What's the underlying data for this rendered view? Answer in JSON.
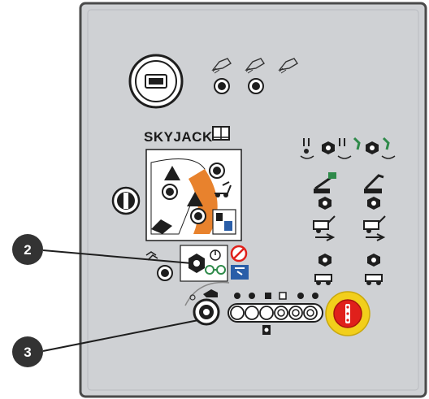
{
  "brand": {
    "name": "SKYJACK"
  },
  "callouts": [
    {
      "number": "2",
      "target": "toggle-switch"
    },
    {
      "number": "3",
      "target": "key-switch"
    }
  ],
  "icons": {
    "top_indicators": [
      "lamp-on-icon",
      "lamp-on-icon",
      "lamp-on-icon"
    ],
    "function_pictograms": [
      "drive-icon",
      "steer-icon",
      "lift-icon",
      "boom-icon",
      "jib-icon"
    ]
  },
  "colors": {
    "panel_bg": "#cfd1d4",
    "panel_border": "#4a4a4a",
    "callout_fill": "#333333",
    "estop_yellow": "#f2cf1b",
    "estop_red": "#e0201b",
    "accent_orange": "#e8822d",
    "accent_green": "#2f8a4a",
    "accent_blue": "#2a5ea8"
  }
}
